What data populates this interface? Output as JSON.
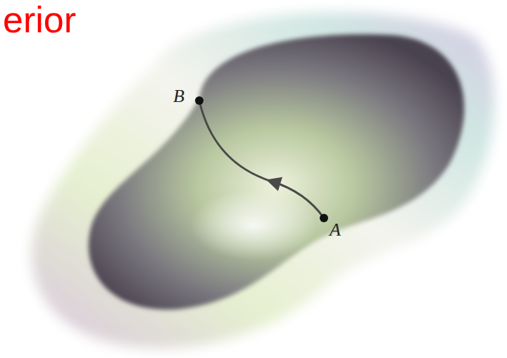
{
  "diagram": {
    "labels": [
      "erior",
      "B",
      "A"
    ]
  }
}
